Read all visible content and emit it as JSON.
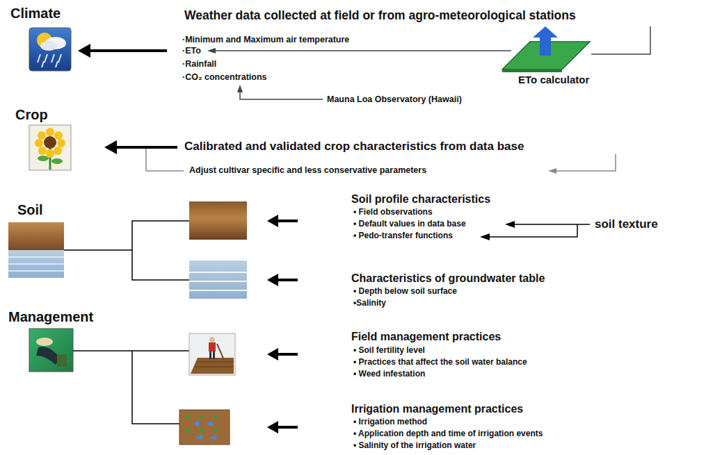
{
  "diagram": {
    "nodes": [
      {
        "text": [
          "Climate"
        ]
      },
      {
        "text": [
          "ETo calculator"
        ]
      },
      {
        "text": [
          "Crop"
        ]
      },
      {
        "text": [
          "Soil"
        ]
      },
      {
        "text": [
          "Management"
        ]
      }
    ],
    "labels": [
      "Weather data collected at field or from agro-meteorological stations",
      "·Minimum and Maximum air temperature",
      "·ETo",
      "·Rainfall",
      "·CO₂ concentrations",
      "Mauna Loa Observatory (Hawaii)",
      "Calibrated and validated crop characteristics from data base",
      "Adjust cultivar specific and less conservative parameters",
      "Soil profile characteristics",
      "• Field observations",
      "• Default values in data base",
      "• Pedo-transfer functions",
      "soil texture",
      "Characteristics of groundwater table",
      "• Depth below soil surface",
      "•Salinity",
      "Field management practices",
      "• Soil fertility level",
      "• Practices that affect the soil water balance",
      "• Weed infestation",
      "Irrigation management practices",
      "• Irrigation method",
      "• Application depth and time of irrigation events",
      "• Salinity of the irrigation water"
    ]
  }
}
